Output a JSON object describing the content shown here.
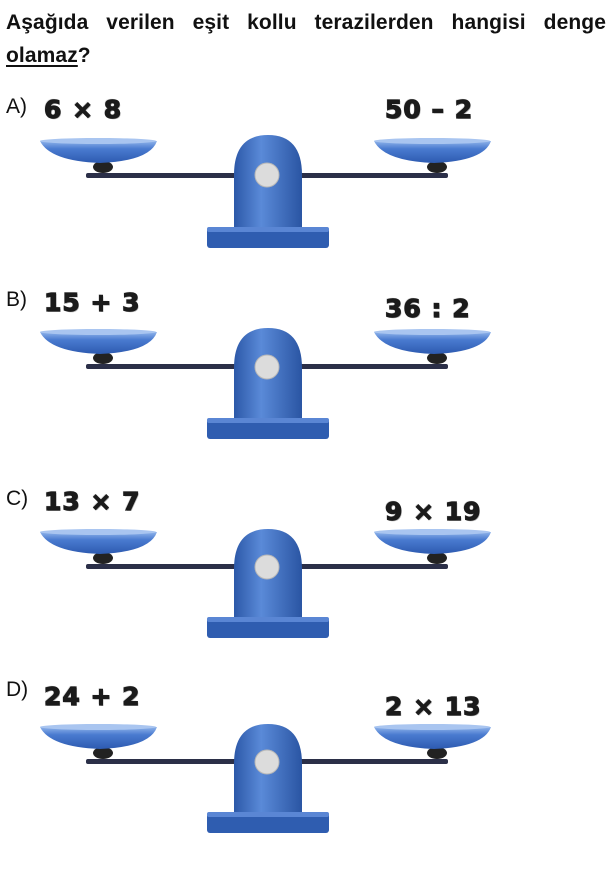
{
  "question": {
    "text_before": "Aşağıda verilen eşit kollu terazilerden hangisi denge ",
    "text_underlined": "olamaz",
    "text_after": "?"
  },
  "options": [
    {
      "label": "A)",
      "left": "6 × 8",
      "right": "50 – 2"
    },
    {
      "label": "B)",
      "left": "15 + 3",
      "right": "36 : 2"
    },
    {
      "label": "C)",
      "left": "13 × 7",
      "right": "9 × 19"
    },
    {
      "label": "D)",
      "left": "24 + 2",
      "right": "2 × 13"
    }
  ],
  "colors": {
    "pan_blue": "#3d6fc0",
    "pan_light": "#6f9be0",
    "pillar_blue": "#3a6ac0",
    "beam_dark": "#2b2f48",
    "pivot_gray": "#dcdcdc"
  }
}
